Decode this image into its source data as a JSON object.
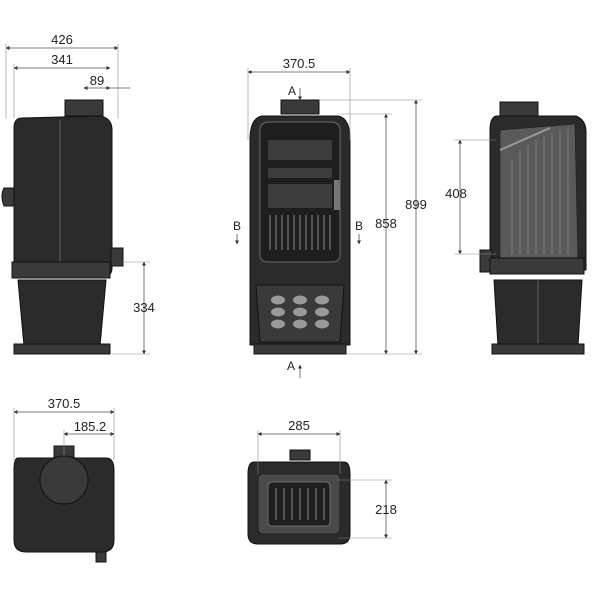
{
  "dimensions": {
    "side_total_width": "426",
    "side_body_width": "341",
    "side_flue_offset": "89",
    "side_lower_height": "334",
    "front_width": "370.5",
    "front_body_height": "858",
    "front_total_height": "899",
    "section_firebox_height": "408",
    "top_width": "370.5",
    "top_flue_offset": "185.2",
    "bottom_firebox_width": "285",
    "bottom_firebox_depth": "218"
  },
  "section_labels": {
    "a_top": "A",
    "a_bottom": "A",
    "b_left": "B",
    "b_right": "B"
  },
  "views": [
    "side-view",
    "front-view",
    "section-view",
    "top-view",
    "bottom-view"
  ]
}
